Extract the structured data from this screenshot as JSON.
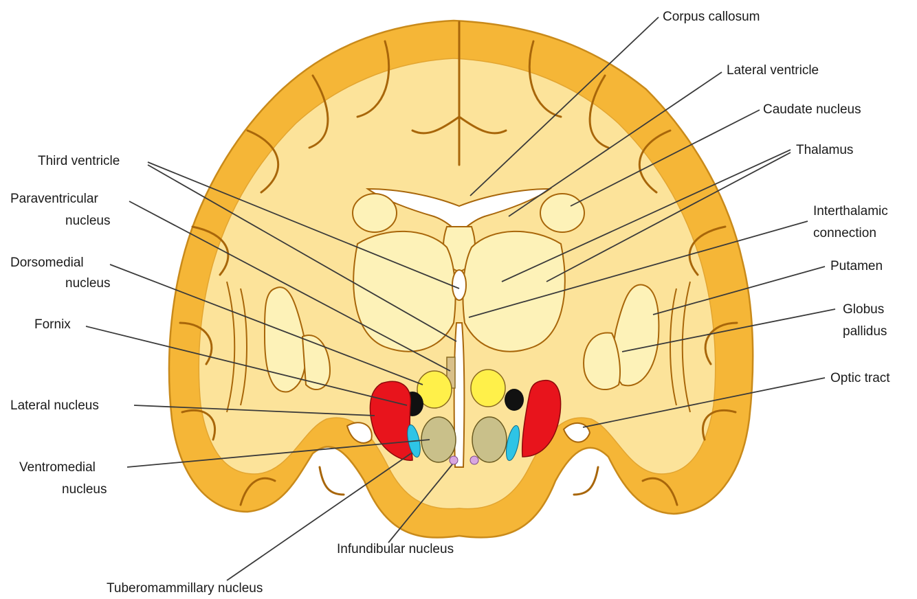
{
  "labels": {
    "corpus_callosum": "Corpus callosum",
    "lateral_ventricle": "Lateral ventricle",
    "caudate_nucleus": "Caudate nucleus",
    "thalamus": "Thalamus",
    "interthalamic_1": "Interthalamic",
    "interthalamic_2": "connection",
    "putamen": "Putamen",
    "globus_1": "Globus",
    "globus_2": "pallidus",
    "optic_tract": "Optic tract",
    "third_ventricle": "Third ventricle",
    "paraventricular_1": "Paraventricular",
    "paraventricular_2": "nucleus",
    "dorsomedial_1": "Dorsomedial",
    "dorsomedial_2": "nucleus",
    "fornix": "Fornix",
    "lateral_nucleus": "Lateral nucleus",
    "ventromedial_1": "Ventromedial",
    "ventromedial_2": "nucleus",
    "infundibular_nucleus": "Infundibular nucleus",
    "tuberomammillary_nucleus": "Tuberomammillary nucleus"
  },
  "colors": {
    "cortex": "#f5b637",
    "white_matter": "#fce39a",
    "deep_nuclei": "#fdf2b8",
    "outline": "#c98a1a",
    "ventricle": "#ffffff",
    "lateral_nucleus": "#e8141c",
    "dorsomedial_nucleus": "#fff04a",
    "fornix": "#111111",
    "ventromedial_nucleus": "#c9c08a",
    "tuberomammillary": "#2ec4e6",
    "infundibular": "#d9a6e0",
    "leader_line": "#3a3a3a"
  }
}
